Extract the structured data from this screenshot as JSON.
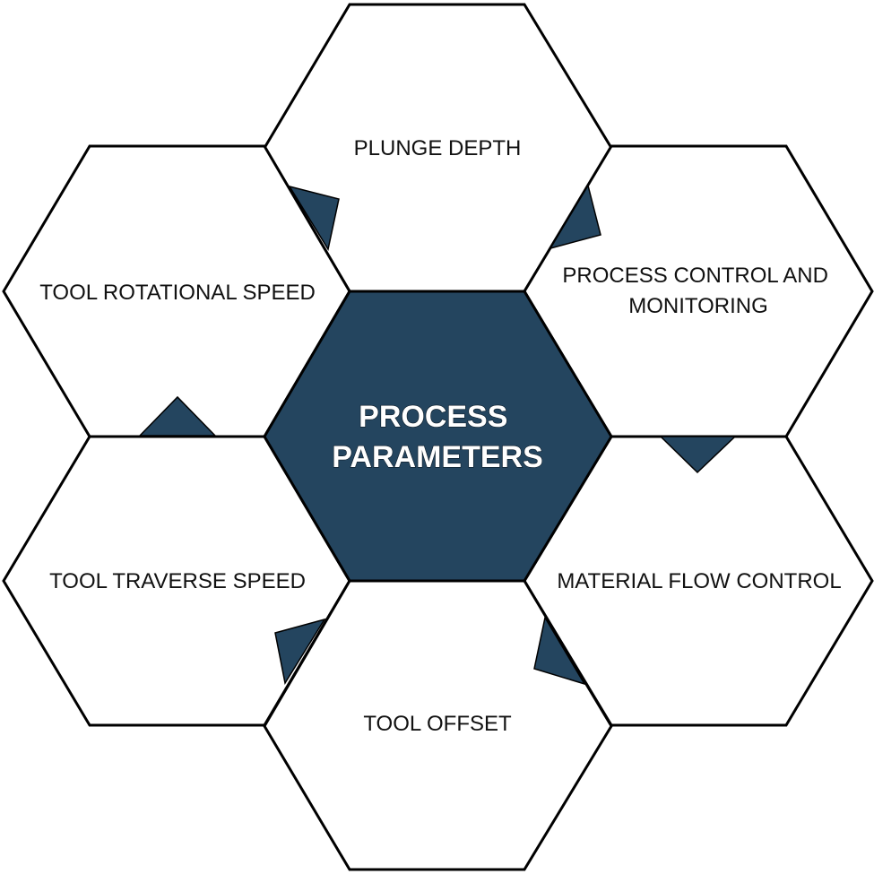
{
  "diagram": {
    "type": "hexagon-cluster",
    "accent_color": "#24455f",
    "center": {
      "lines": [
        "PROCESS",
        "PARAMETERS"
      ]
    },
    "nodes": [
      {
        "id": "plunge-depth",
        "position": "top",
        "lines": [
          "PLUNGE DEPTH"
        ]
      },
      {
        "id": "process-control",
        "position": "upper-right",
        "lines": [
          "PROCESS CONTROL AND",
          "MONITORING"
        ]
      },
      {
        "id": "material-flow",
        "position": "lower-right",
        "lines": [
          "MATERIAL FLOW CONTROL"
        ]
      },
      {
        "id": "tool-offset",
        "position": "bottom",
        "lines": [
          "TOOL OFFSET"
        ]
      },
      {
        "id": "tool-traverse",
        "position": "lower-left",
        "lines": [
          "TOOL TRAVERSE SPEED"
        ]
      },
      {
        "id": "tool-rotational",
        "position": "upper-left",
        "lines": [
          "TOOL ROTATIONAL SPEED"
        ]
      }
    ]
  }
}
